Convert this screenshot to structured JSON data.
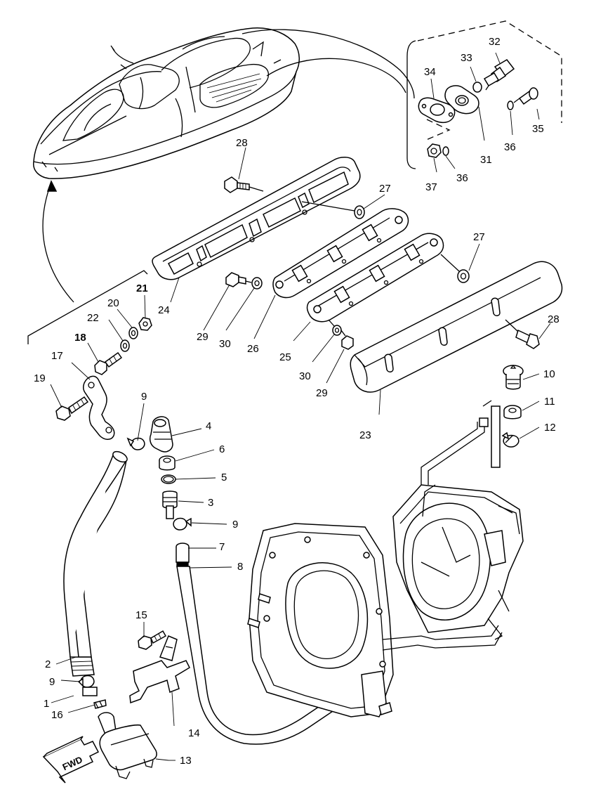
{
  "labels": {
    "p1": "1",
    "p2": "2",
    "p3": "3",
    "p4": "4",
    "p5": "5",
    "p6": "6",
    "p7": "7",
    "p8": "8",
    "p9a": "9",
    "p9b": "9",
    "p9c": "9",
    "p10": "10",
    "p11": "11",
    "p12": "12",
    "p13": "13",
    "p14": "14",
    "p15": "15",
    "p16": "16",
    "p17": "17",
    "p18": "18",
    "p19": "19",
    "p20": "20",
    "p21": "21",
    "p22": "22",
    "p23": "23",
    "p24": "24",
    "p25": "25",
    "p26": "26",
    "p27a": "27",
    "p27b": "27",
    "p28a": "28",
    "p28b": "28",
    "p29a": "29",
    "p29b": "29",
    "p30a": "30",
    "p30b": "30",
    "p31": "31",
    "p32": "32",
    "p33": "33",
    "p34": "34",
    "p35": "35",
    "p36a": "36",
    "p36b": "36",
    "p37": "37"
  },
  "fwd_arrow_text": "FWD"
}
